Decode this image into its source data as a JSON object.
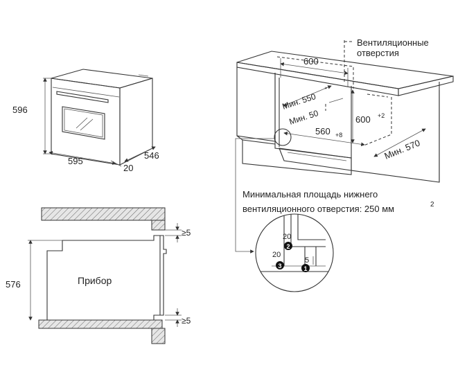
{
  "oven_view": {
    "height_dim": "596",
    "width_dim": "595",
    "depth_dim": "546",
    "door_dim": "20"
  },
  "section_view": {
    "height_dim": "576",
    "appliance_label": "Прибор",
    "gap_top": "≥5",
    "gap_bottom": "≥5"
  },
  "cabinet_view": {
    "ventilation_label_line1": "Вентиляционные",
    "ventilation_label_line2": "отверстия",
    "dim_600": "600",
    "min_550": "Мин. 550",
    "min_550_star": "*",
    "min_50": "Мин. 50",
    "dim_600_height": "600",
    "dim_600_height_tol": "+2",
    "dim_560": "560",
    "dim_560_tol": "+8",
    "min_570": "Мин. 570",
    "note_line1": "Минимальная площадь нижнего",
    "note_line2": "вентиляционного отверстия: 250 мм",
    "note_sup": "2"
  },
  "detail_view": {
    "dim_top": "20",
    "dim_left": "20",
    "dim_right": "5",
    "marker_1": "1",
    "marker_2": "2",
    "marker_3": "3"
  }
}
